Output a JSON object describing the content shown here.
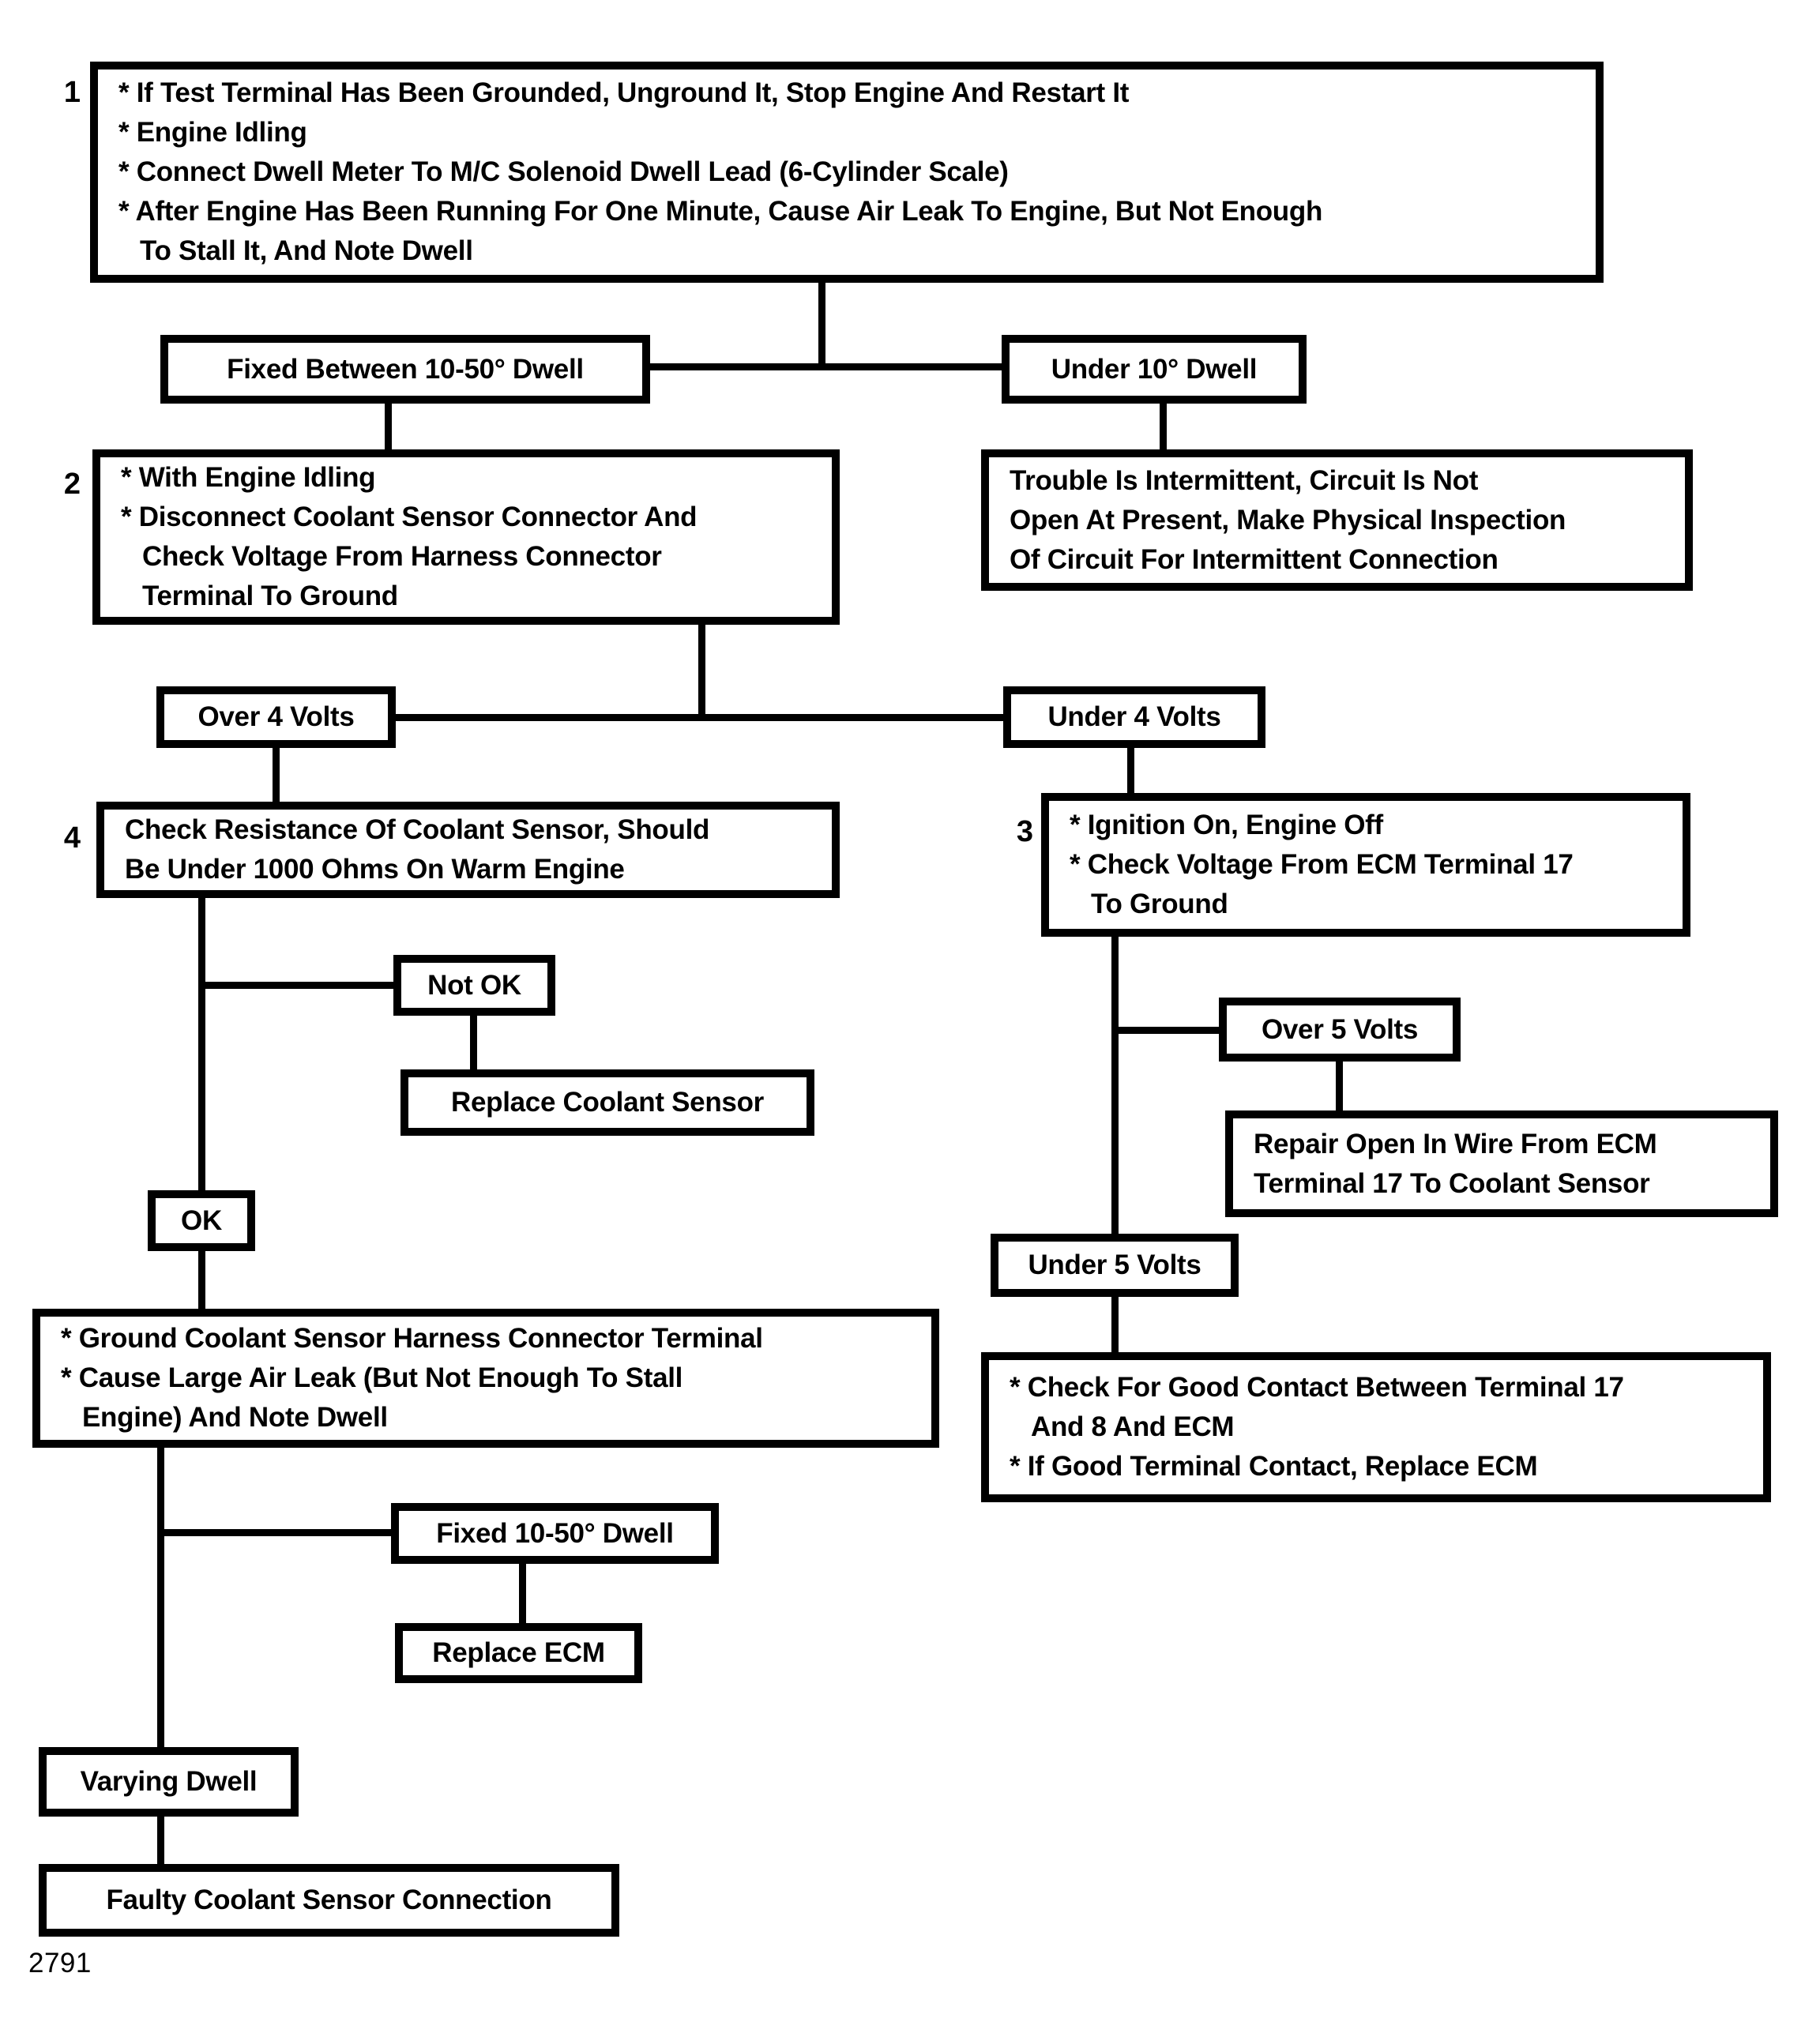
{
  "figure_number": "2791",
  "colors": {
    "ink": "#000000",
    "paper": "#ffffff"
  },
  "nodes": {
    "step1": {
      "number": "1",
      "lines": [
        "* If Test Terminal Has Been Grounded, Unground It, Stop Engine And Restart It",
        "* Engine Idling",
        "* Connect Dwell Meter To M/C Solenoid Dwell Lead (6-Cylinder Scale)",
        "* After Engine Has Been Running For One Minute, Cause Air Leak To Engine, But Not Enough",
        "To Stall It, And Note Dwell"
      ]
    },
    "fixed_between_10_50": {
      "label": "Fixed Between 10-50° Dwell"
    },
    "under_10": {
      "label": "Under 10° Dwell"
    },
    "step2": {
      "number": "2",
      "lines": [
        "* With Engine Idling",
        "* Disconnect Coolant Sensor Connector And",
        "Check Voltage From Harness Connector",
        "Terminal To Ground"
      ]
    },
    "trouble_intermittent": {
      "lines": [
        "Trouble Is Intermittent, Circuit Is Not",
        "Open At Present, Make Physical Inspection",
        "Of Circuit For Intermittent Connection"
      ]
    },
    "over_4": {
      "label": "Over 4 Volts"
    },
    "under_4": {
      "label": "Under 4 Volts"
    },
    "step4": {
      "number": "4",
      "lines": [
        "Check Resistance Of Coolant Sensor, Should",
        "Be Under 1000 Ohms On Warm Engine"
      ]
    },
    "step3": {
      "number": "3",
      "lines": [
        "* Ignition On, Engine Off",
        "* Check Voltage From ECM Terminal 17",
        "To Ground"
      ]
    },
    "not_ok": {
      "label": "Not OK"
    },
    "replace_coolant_sensor": {
      "label": "Replace Coolant Sensor"
    },
    "ok": {
      "label": "OK"
    },
    "ground_coolant": {
      "lines": [
        "* Ground Coolant Sensor Harness Connector Terminal",
        "* Cause Large Air Leak (But Not Enough To Stall",
        "Engine) And Note Dwell"
      ]
    },
    "over_5": {
      "label": "Over 5 Volts"
    },
    "repair_open": {
      "lines": [
        "Repair Open In Wire From ECM",
        "Terminal 17 To Coolant Sensor"
      ]
    },
    "under_5": {
      "label": "Under 5 Volts"
    },
    "check_contact": {
      "lines": [
        "* Check For Good Contact Between Terminal 17",
        "And 8 And ECM",
        "* If Good Terminal Contact, Replace ECM"
      ]
    },
    "fixed_10_50": {
      "label": "Fixed 10-50° Dwell"
    },
    "replace_ecm": {
      "label": "Replace ECM"
    },
    "varying_dwell": {
      "label": "Varying Dwell"
    },
    "faulty_connection": {
      "label": "Faulty Coolant Sensor Connection"
    }
  }
}
